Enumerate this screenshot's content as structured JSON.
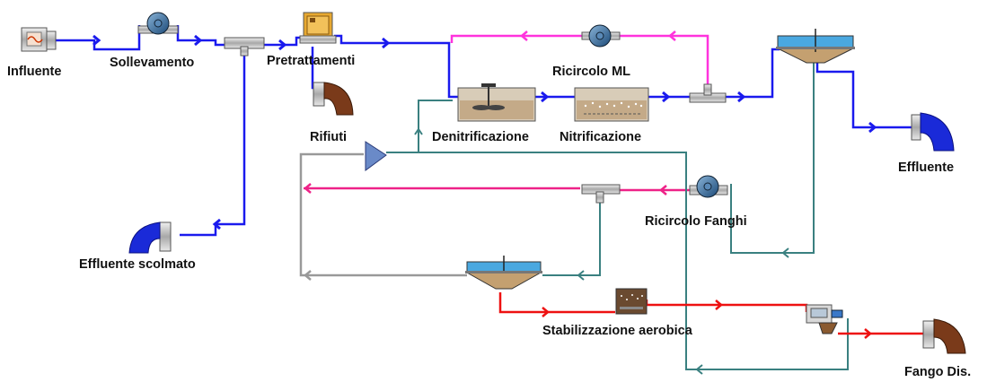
{
  "labels": {
    "influent": "Influente",
    "lifting": "Sollevamento",
    "pretreatment": "Pretrattamenti",
    "waste": "Rifiuti",
    "ml_recycle": "Ricircolo ML",
    "denitrification": "Denitrificazione",
    "nitrification": "Nitrificazione",
    "effluent": "Effluente",
    "sludge_recycle": "Ricircolo Fanghi",
    "bypass_effluent": "Effluente scolmato",
    "aerobic_stabilization": "Stabilizzazione aerobica",
    "disposed_sludge": "Fango Dis."
  },
  "colors": {
    "main_flow": "#1a1aee",
    "ml_recycle": "#ff33dd",
    "sludge_recycle": "#ee2288",
    "overflow": "#3a8080",
    "supernatant": "#999999",
    "waste_sludge": "#ee1111"
  }
}
